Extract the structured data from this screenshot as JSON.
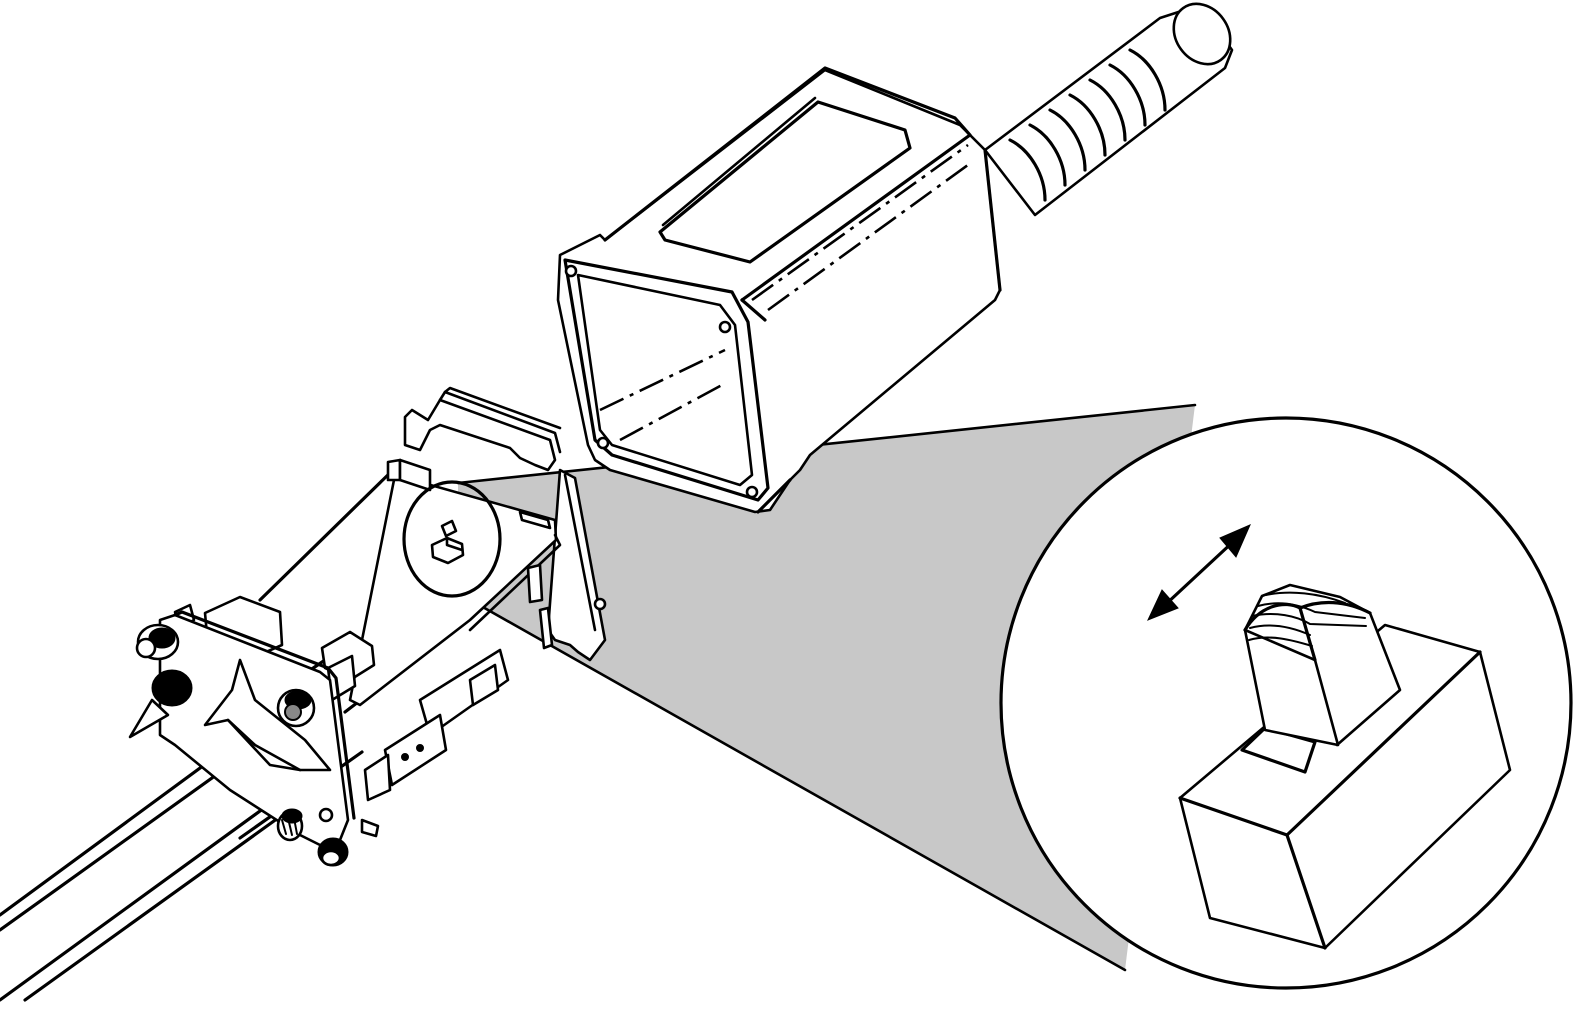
{
  "figure": {
    "kind": "exploded-line-drawing",
    "zoom_callout": "enlarged-slide-switch",
    "arrow": "double-headed",
    "colors": {
      "line": "#000000",
      "background": "#ffffff",
      "callout_shade": "#c8c8c8"
    }
  }
}
